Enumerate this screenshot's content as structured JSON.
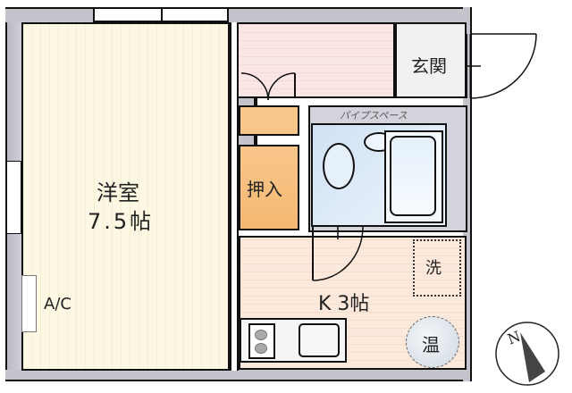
{
  "floorplan": {
    "rooms": {
      "western_room": {
        "name": "洋室",
        "size": "7.5帖",
        "color": "#fdf8e4"
      },
      "kitchen": {
        "name": "K",
        "size": "3帖",
        "label": "K 3帖",
        "color": "#fde8dc"
      },
      "entrance": {
        "name": "玄関",
        "color": "#f2f2f2"
      },
      "closet": {
        "name": "押入",
        "color": "#f8c68a"
      },
      "bathroom": {
        "color": "#dbe9f6"
      },
      "hallway": {
        "color": "#fbe4e4"
      }
    },
    "labels": {
      "pipe_space": "パイプスペース",
      "washer": "洗",
      "water_heater": "温",
      "air_conditioner": "A/C",
      "north": "N"
    },
    "colors": {
      "wall": "#c2c2cc",
      "outline": "#111111"
    }
  }
}
